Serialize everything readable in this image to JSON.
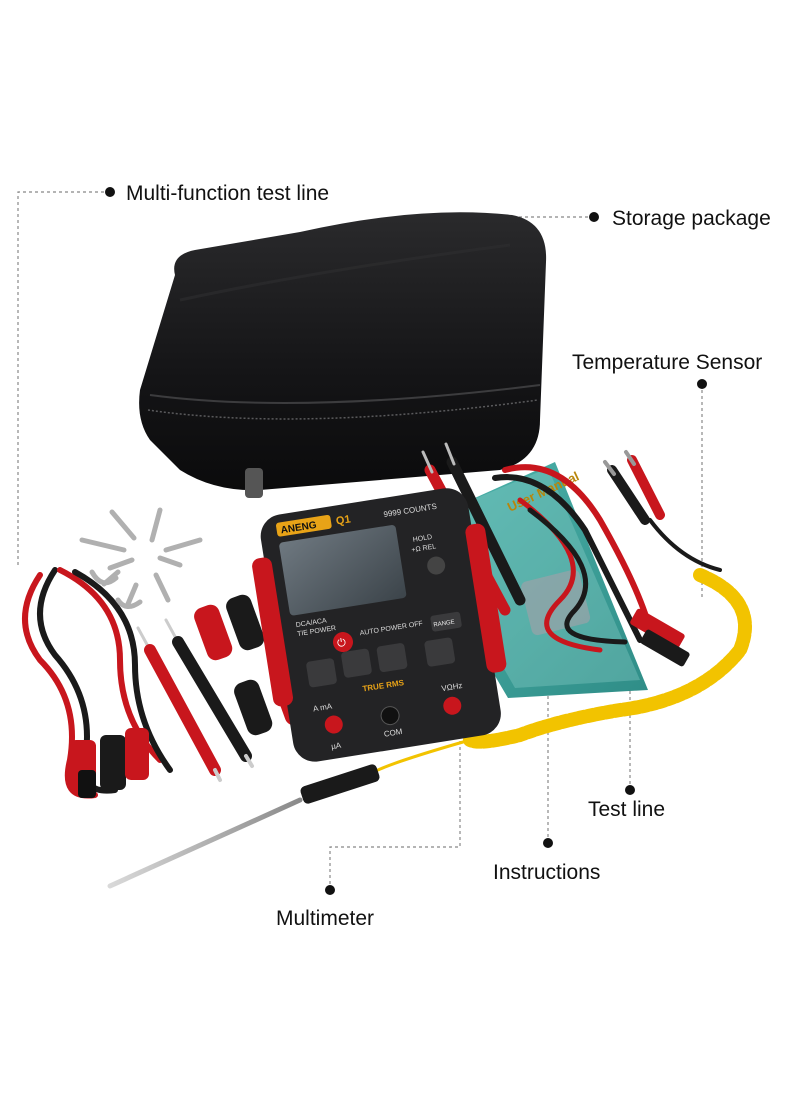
{
  "labels": {
    "multi_function_test_line": "Multi-function test line",
    "storage_package": "Storage package",
    "temperature_sensor": "Temperature Sensor",
    "test_line": "Test line",
    "instructions": "Instructions",
    "multimeter": "Multimeter"
  },
  "device": {
    "brand": "ANENG",
    "model": "Q1",
    "counts": "9999 COUNTS",
    "mode_text": "DCA/ACA",
    "power_text": "TIE POWER",
    "hold_text": "HOLD",
    "rel_text": "+Ω REL",
    "auto_power_off": "AUTO POWER OFF",
    "range_text": "RANGE",
    "true_rms": "TRUE RMS",
    "com": "COM",
    "amps": "A mA",
    "ua": "µA",
    "volts": "VΩHz"
  },
  "manual": {
    "cover_title": "User Manual"
  },
  "colors": {
    "probe_red": "#c8161d",
    "probe_black": "#1a1a1a",
    "cable_yellow": "#f2c300",
    "bag": "#1c1c1e",
    "manual_teal": "#3aa6a0"
  }
}
